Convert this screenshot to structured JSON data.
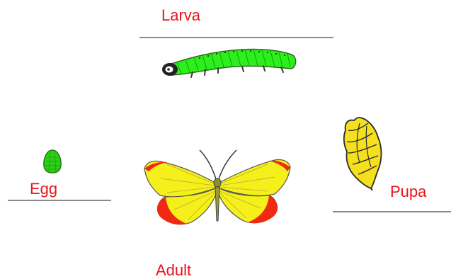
{
  "diagram": {
    "stages": {
      "larva": "Larva",
      "egg": "Egg",
      "pupa": "Pupa",
      "adult": "Adult"
    },
    "colors": {
      "label_text": "#e8141b",
      "rule_line": "#8a8a8a",
      "egg_fill": "#2ccf19",
      "larva_fill": "#2bf01b",
      "pupa_fill": "#f5e020",
      "wing_yellow": "#f5f01a",
      "wing_red": "#f02a12",
      "body": "#9a9a30"
    },
    "icons": {
      "egg": "egg-icon",
      "larva": "caterpillar-icon",
      "pupa": "chrysalis-icon",
      "adult": "butterfly-icon"
    }
  }
}
